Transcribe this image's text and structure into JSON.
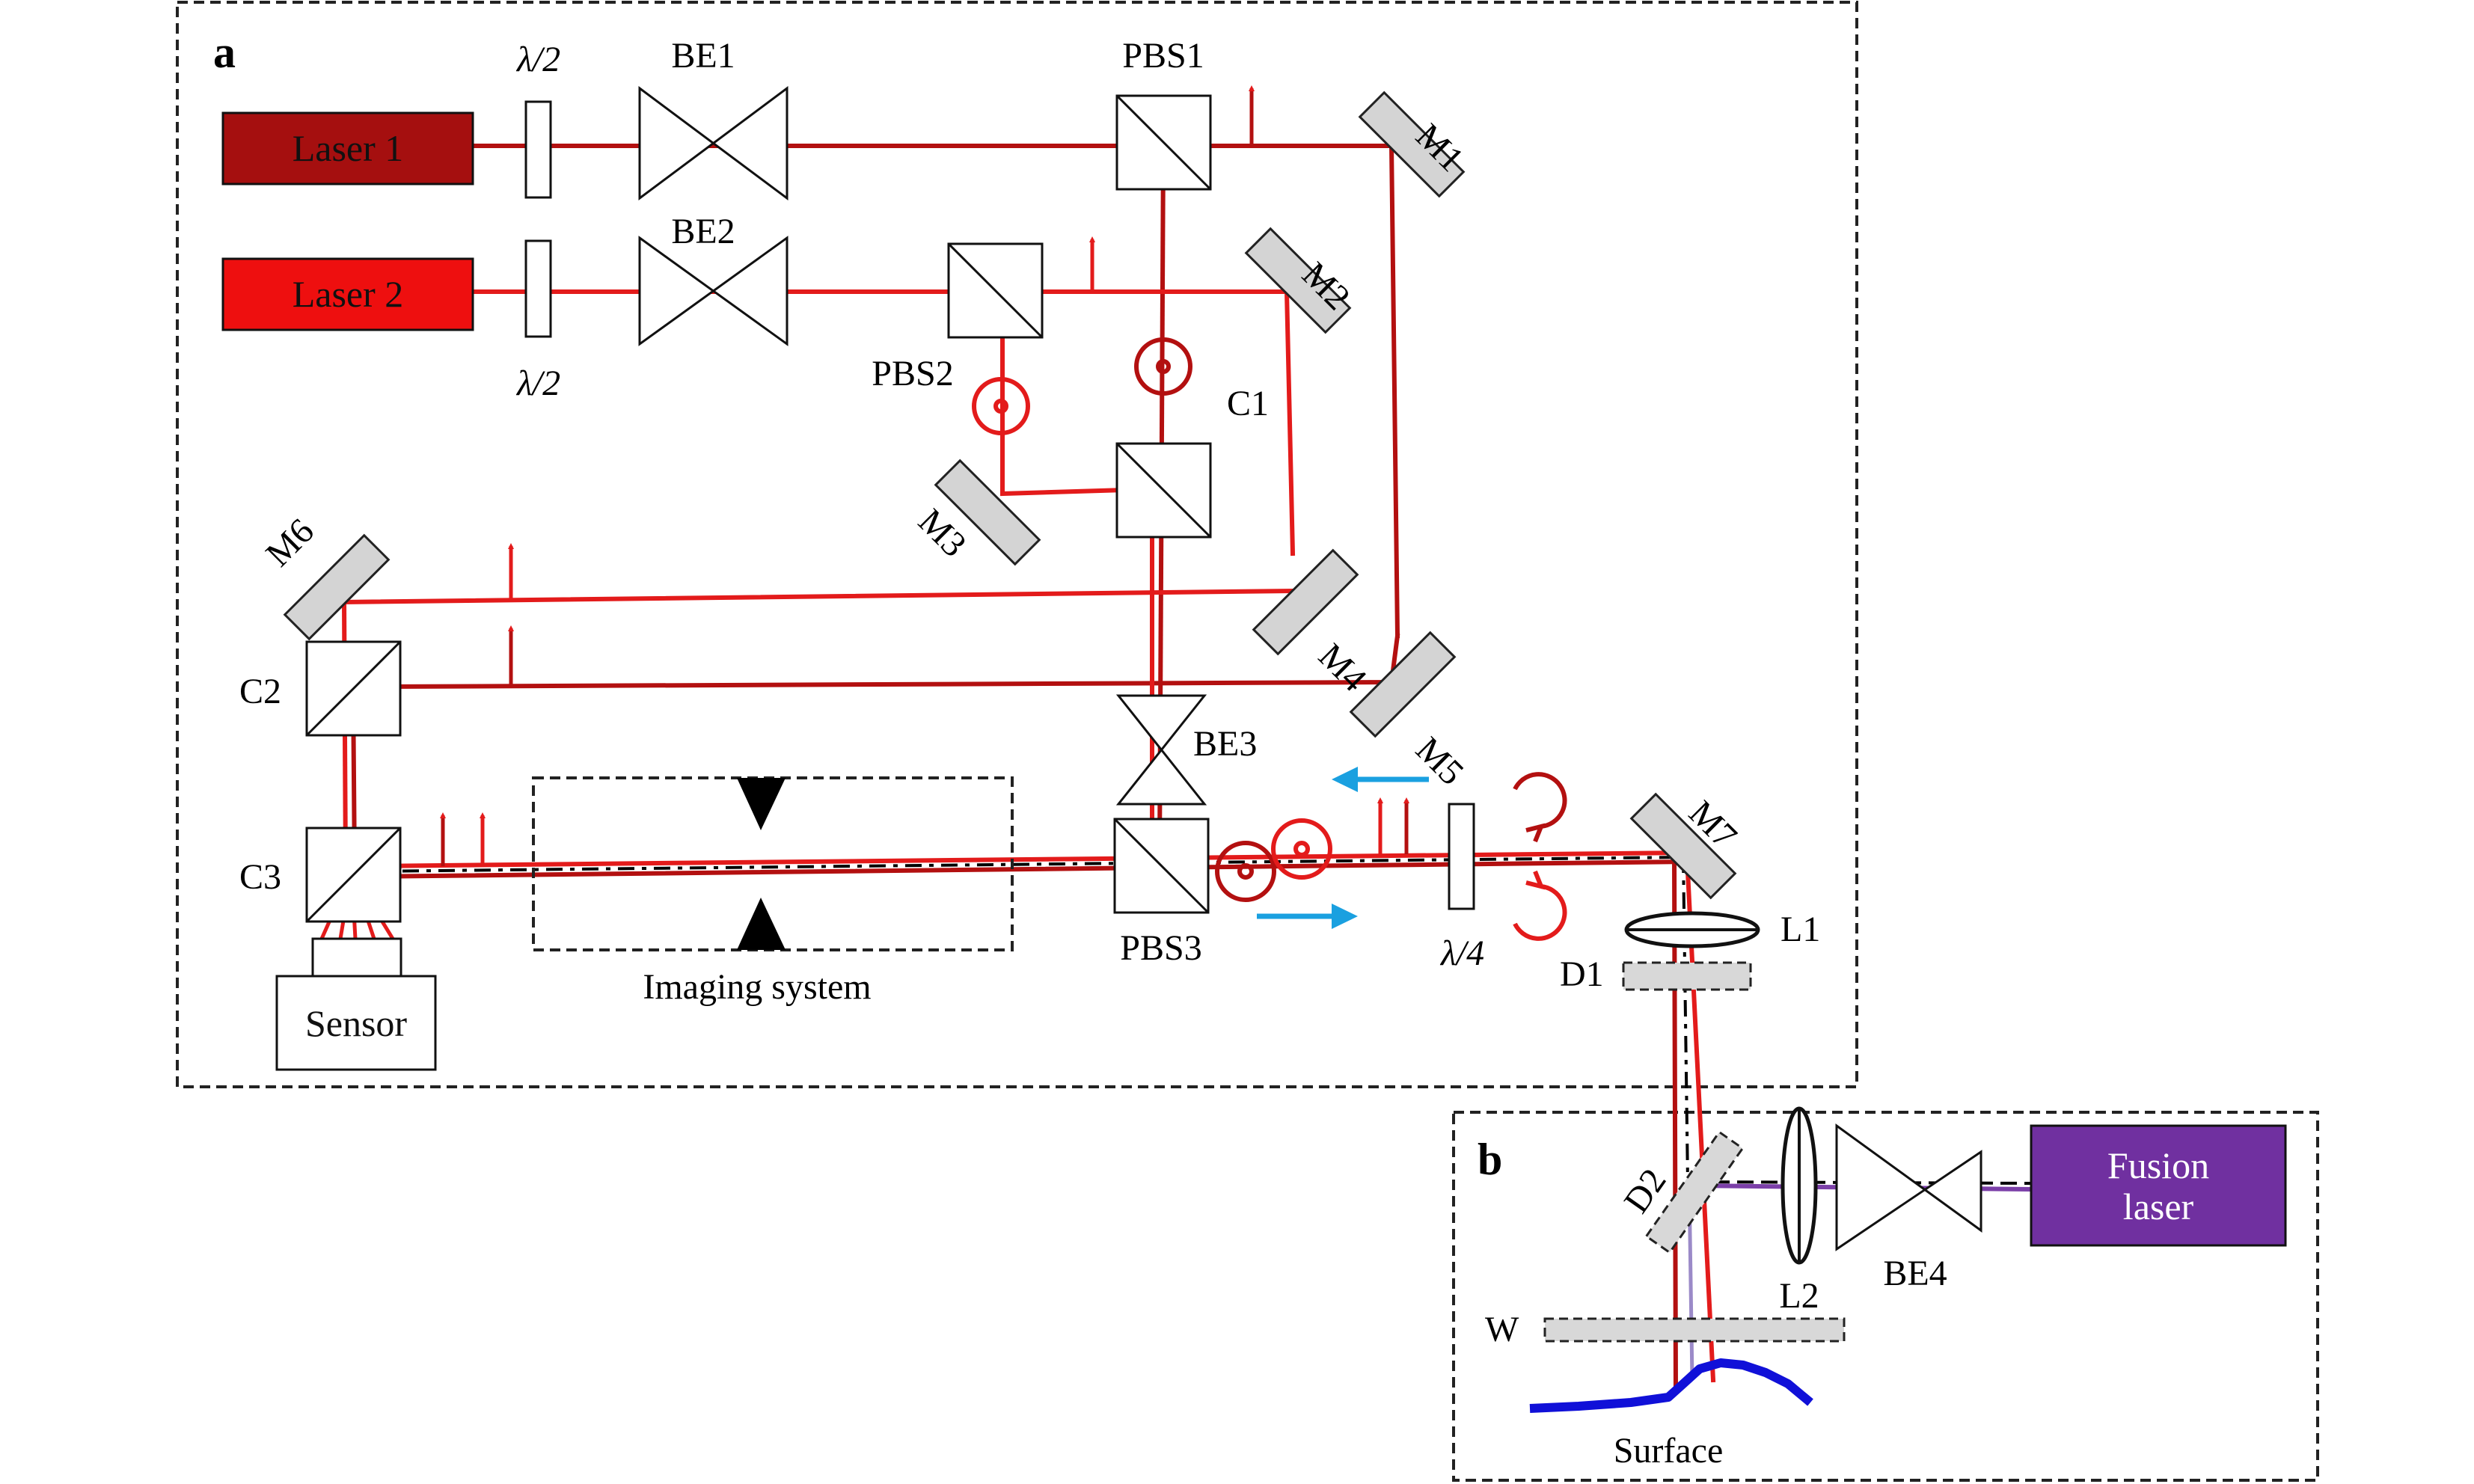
{
  "panels": {
    "a": "a",
    "b": "b"
  },
  "sources": {
    "laser1": "Laser 1",
    "laser2": "Laser 2",
    "fusion_line1": "Fusion",
    "fusion_line2": "laser",
    "sensor": "Sensor"
  },
  "labels": {
    "half_wave_1": "λ/2",
    "half_wave_2": "λ/2",
    "quarter_wave": "λ/4",
    "be1": "BE1",
    "be2": "BE2",
    "be3": "BE3",
    "be4": "BE4",
    "pbs1": "PBS1",
    "pbs2": "PBS2",
    "pbs3": "PBS3",
    "c1": "C1",
    "c2": "C2",
    "c3": "C3",
    "m1": "M1",
    "m2": "M2",
    "m3": "M3",
    "m4": "M4",
    "m5": "M5",
    "m6": "M6",
    "m7": "M7",
    "l1": "L1",
    "l2": "L2",
    "d1": "D1",
    "d2": "D2",
    "w": "W",
    "imaging_system": "Imaging system",
    "surface": "Surface"
  },
  "colors": {
    "laser1_fill": "#a50f0f",
    "laser2_fill": "#ee0f0f",
    "beam_dark_red": "#b31010",
    "beam_red": "#e31b1b",
    "fusion_fill": "#7030a0",
    "fusion_beam": "#7b3fa8",
    "surface_blue": "#1010d8",
    "arrow_blue": "#1aa0e0",
    "mirror_fill": "#d4d4d4"
  }
}
